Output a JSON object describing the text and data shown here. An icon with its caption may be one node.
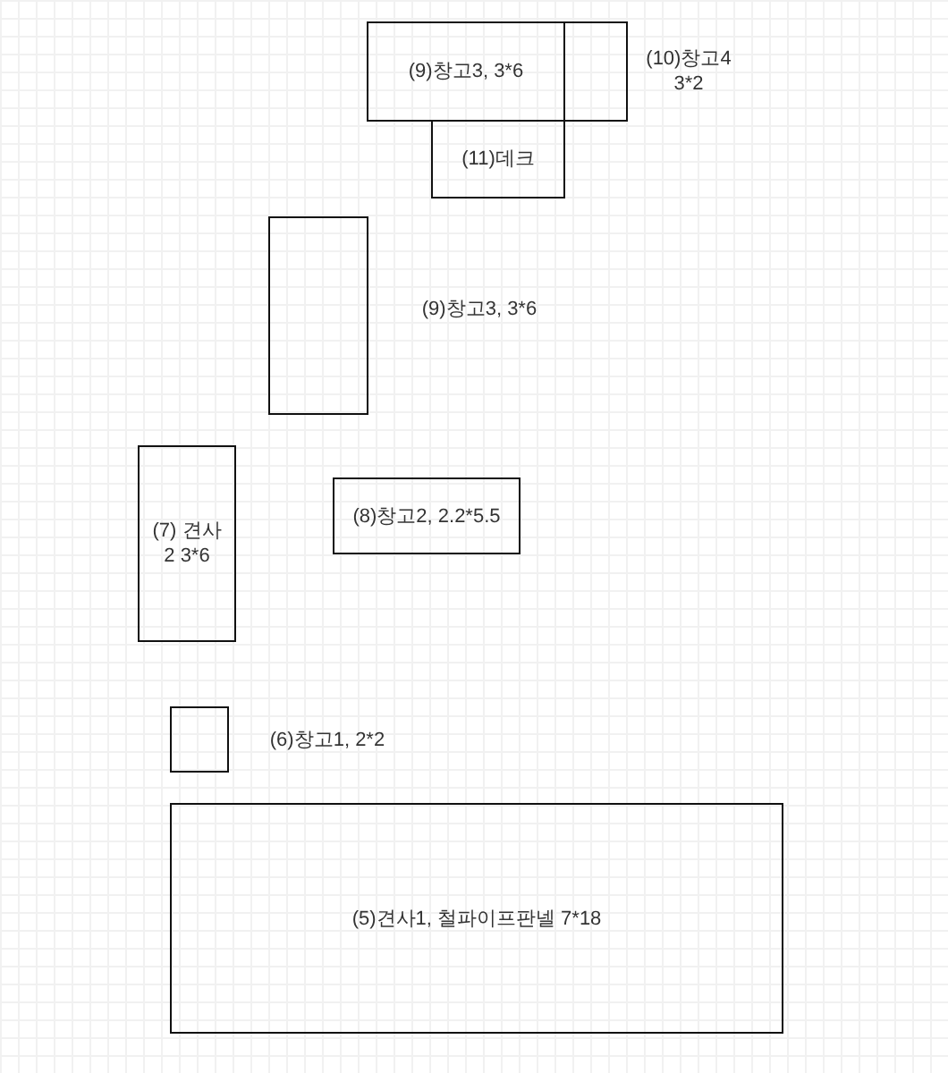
{
  "diagram": {
    "nodes": [
      {
        "text": [
          "(9)창고3, 3*6"
        ]
      },
      {
        "text": [
          "(10)창고4 3*2"
        ]
      },
      {
        "text": [
          "(11)데크"
        ]
      },
      {
        "text": [
          "(9)창고3, 3*6"
        ]
      },
      {
        "text": [
          "(7) 견사2 3*6"
        ]
      },
      {
        "text": [
          "(8)창고2, 2.2*5.5"
        ]
      },
      {
        "text": [
          "(6)창고1, 2*2"
        ]
      },
      {
        "text": [
          "(5)견사1, 철파이프판넬 7*18"
        ]
      }
    ]
  }
}
